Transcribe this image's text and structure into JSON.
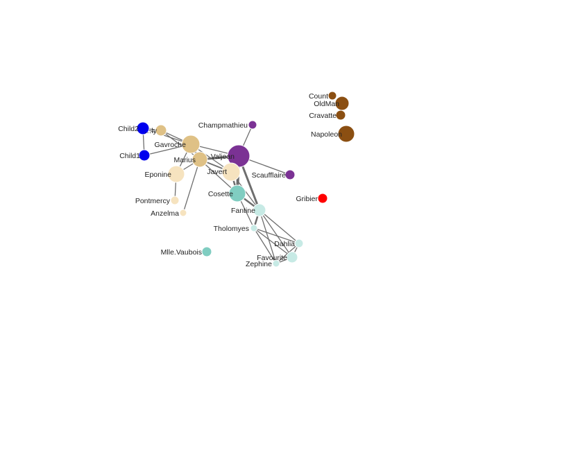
{
  "graph": {
    "nodes": [
      {
        "id": "Count",
        "label": "Count",
        "color": "#8b4f12"
      },
      {
        "id": "OldMan",
        "label": "OldMan",
        "color": "#8b4f12"
      },
      {
        "id": "Cravatte",
        "label": "Cravatte",
        "color": "#8b4f12"
      },
      {
        "id": "Napoleon",
        "label": "Napoleon",
        "color": "#8b4f12"
      },
      {
        "id": "Champmathieu",
        "label": "Champmathieu",
        "color": "#7b3294"
      },
      {
        "id": "Valjean",
        "label": "Valjean",
        "color": "#7b3294"
      },
      {
        "id": "Scaufflaire",
        "label": "Scaufflaire",
        "color": "#7b3294"
      },
      {
        "id": "Child2",
        "label": "Child2",
        "color": "#0000ee"
      },
      {
        "id": "Child1",
        "label": "Child1",
        "color": "#0000ee"
      },
      {
        "id": "Brujon",
        "label": "…ly",
        "color": "#dfc186"
      },
      {
        "id": "Gavroche",
        "label": "Gavroche",
        "color": "#dfc186"
      },
      {
        "id": "Marius",
        "label": "Marius",
        "color": "#dfc186"
      },
      {
        "id": "Javert",
        "label": "Javert",
        "color": "#f6e3bf"
      },
      {
        "id": "Eponine",
        "label": "Eponine",
        "color": "#f6e3bf"
      },
      {
        "id": "Pontmercy",
        "label": "Pontmercy",
        "color": "#f6e3bf"
      },
      {
        "id": "Anzelma",
        "label": "Anzelma",
        "color": "#f6e3bf"
      },
      {
        "id": "Cosette",
        "label": "Cosette",
        "color": "#80cdc1"
      },
      {
        "id": "Mlle.Vaubois",
        "label": "Mlle.Vaubois",
        "color": "#80cdc1"
      },
      {
        "id": "Gribier",
        "label": "Gribier",
        "color": "#ff0000"
      },
      {
        "id": "Fantine",
        "label": "Fantine",
        "color": "#c7eae5"
      },
      {
        "id": "Tholomyes",
        "label": "Tholomyes",
        "color": "#c7eae5"
      },
      {
        "id": "Dahlia",
        "label": "Dahlia",
        "color": "#c7eae5"
      },
      {
        "id": "Favourite",
        "label": "Favourite",
        "color": "#c7eae5"
      },
      {
        "id": "Zephine",
        "label": "Zephine",
        "color": "#c7eae5"
      }
    ],
    "links": [
      {
        "source": "Child2",
        "target": "Child1"
      },
      {
        "source": "Child2",
        "target": "Brujon"
      },
      {
        "source": "Brujon",
        "target": "Gavroche"
      },
      {
        "source": "Brujon",
        "target": "Marius"
      },
      {
        "source": "Child2",
        "target": "Gavroche"
      },
      {
        "source": "Child1",
        "target": "Gavroche"
      },
      {
        "source": "Gavroche",
        "target": "Marius"
      },
      {
        "source": "Gavroche",
        "target": "Valjean"
      },
      {
        "source": "Gavroche",
        "target": "Javert"
      },
      {
        "source": "Gavroche",
        "target": "Eponine"
      },
      {
        "source": "Marius",
        "target": "Valjean"
      },
      {
        "source": "Marius",
        "target": "Eponine"
      },
      {
        "source": "Marius",
        "target": "Javert"
      },
      {
        "source": "Marius",
        "target": "Cosette"
      },
      {
        "source": "Marius",
        "target": "Anzelma"
      },
      {
        "source": "Valjean",
        "target": "Champmathieu"
      },
      {
        "source": "Valjean",
        "target": "Scaufflaire"
      },
      {
        "source": "Valjean",
        "target": "Javert"
      },
      {
        "source": "Valjean",
        "target": "Cosette"
      },
      {
        "source": "Valjean",
        "target": "Fantine"
      },
      {
        "source": "Javert",
        "target": "Cosette"
      },
      {
        "source": "Javert",
        "target": "Fantine"
      },
      {
        "source": "Eponine",
        "target": "Pontmercy"
      },
      {
        "source": "Cosette",
        "target": "Fantine"
      },
      {
        "source": "Fantine",
        "target": "Tholomyes"
      },
      {
        "source": "Fantine",
        "target": "Dahlia"
      },
      {
        "source": "Fantine",
        "target": "Favourite"
      },
      {
        "source": "Fantine",
        "target": "Zephine"
      },
      {
        "source": "Tholomyes",
        "target": "Dahlia"
      },
      {
        "source": "Tholomyes",
        "target": "Favourite"
      },
      {
        "source": "Tholomyes",
        "target": "Zephine"
      },
      {
        "source": "Dahlia",
        "target": "Favourite"
      },
      {
        "source": "Dahlia",
        "target": "Zephine"
      },
      {
        "source": "Favourite",
        "target": "Zephine"
      },
      {
        "source": "Cosette",
        "target": "Tholomyes"
      }
    ]
  }
}
